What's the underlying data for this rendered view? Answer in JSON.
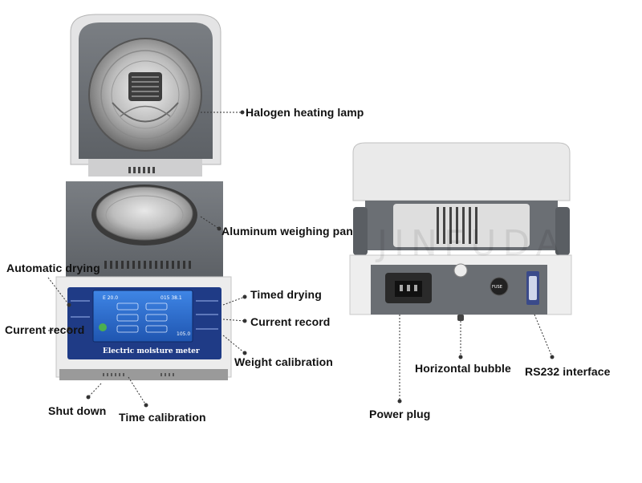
{
  "device_screen": {
    "panel_label": "Electric moisture meter",
    "status_left": "E 20.0",
    "status_right": "015 38.1",
    "temp": "105.0"
  },
  "rear_panel": {
    "fuse_label": "FUSE",
    "watermark": "JINFUDA"
  },
  "callouts": {
    "halogen_lamp": "Halogen heating lamp",
    "weighing_pan": "Aluminum weighing pan",
    "automatic_drying": "Automatic drying",
    "current_record_left": "Current record",
    "timed_drying": "Timed drying",
    "current_record_right": "Current record",
    "weight_calibration": "Weight calibration",
    "shut_down": "Shut down",
    "time_calibration": "Time calibration",
    "horizontal_bubble": "Horizontal bubble",
    "rs232": "RS232 interface",
    "power_plug": "Power plug"
  },
  "colors": {
    "body_gray": "#6e7277",
    "body_light": "#e9e9ea",
    "screen_blue": "#2f6fd0",
    "panel_navy": "#1f3b86"
  }
}
